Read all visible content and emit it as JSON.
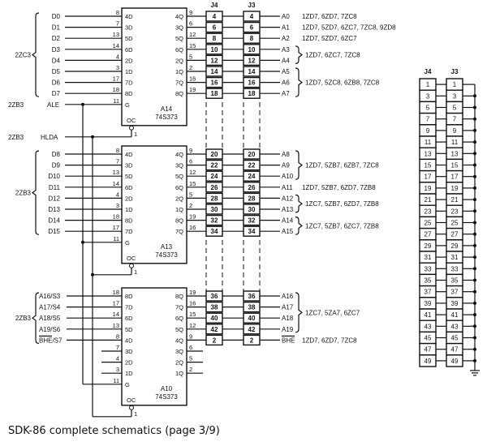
{
  "caption": "SDK-86 complete schematics (page 3/9)",
  "chips": [
    {
      "ref": "A14",
      "part": "74S373",
      "group_ref": "2ZC3",
      "inputs": [
        {
          "sig": "D0",
          "pin": "8",
          "d": "4D",
          "q": "4Q",
          "qpin": "9",
          "j": "4",
          "out": "A0"
        },
        {
          "sig": "D1",
          "pin": "7",
          "d": "3D",
          "q": "3Q",
          "qpin": "6",
          "j": "6",
          "out": "A1"
        },
        {
          "sig": "D2",
          "pin": "13",
          "d": "5D",
          "q": "5Q",
          "qpin": "12",
          "j": "8",
          "out": "A2"
        },
        {
          "sig": "D3",
          "pin": "14",
          "d": "6D",
          "q": "6Q",
          "qpin": "15",
          "j": "10",
          "out": "A3"
        },
        {
          "sig": "D4",
          "pin": "4",
          "d": "2D",
          "q": "2Q",
          "qpin": "5",
          "j": "12",
          "out": "A4"
        },
        {
          "sig": "D5",
          "pin": "3",
          "d": "1D",
          "q": "1Q",
          "qpin": "2",
          "j": "14",
          "out": "A5"
        },
        {
          "sig": "D6",
          "pin": "17",
          "d": "7D",
          "q": "7Q",
          "qpin": "16",
          "j": "16",
          "out": "A6"
        },
        {
          "sig": "D7",
          "pin": "18",
          "d": "8D",
          "q": "8Q",
          "qpin": "19",
          "j": "18",
          "out": "A7"
        }
      ],
      "g_pin": "11",
      "g_label": "G",
      "oc_label": "OC",
      "oc_pin": "1"
    },
    {
      "ref": "A13",
      "part": "74S373",
      "group_ref": "2ZB3",
      "inputs": [
        {
          "sig": "D8",
          "pin": "8",
          "d": "4D",
          "q": "4Q",
          "qpin": "9",
          "j": "20",
          "out": "A8"
        },
        {
          "sig": "D9",
          "pin": "7",
          "d": "3D",
          "q": "3Q",
          "qpin": "6",
          "j": "22",
          "out": "A9"
        },
        {
          "sig": "D10",
          "pin": "13",
          "d": "5D",
          "q": "5Q",
          "qpin": "12",
          "j": "24",
          "out": "A10"
        },
        {
          "sig": "D11",
          "pin": "14",
          "d": "6D",
          "q": "6Q",
          "qpin": "15",
          "j": "26",
          "out": "A11"
        },
        {
          "sig": "D12",
          "pin": "4",
          "d": "2D",
          "q": "2Q",
          "qpin": "5",
          "j": "28",
          "out": "A12"
        },
        {
          "sig": "D13",
          "pin": "3",
          "d": "1D",
          "q": "1Q",
          "qpin": "2",
          "j": "30",
          "out": "A13"
        },
        {
          "sig": "D14",
          "pin": "18",
          "d": "8D",
          "q": "8Q",
          "qpin": "19",
          "j": "32",
          "out": "A14"
        },
        {
          "sig": "D15",
          "pin": "17",
          "d": "7D",
          "q": "7Q",
          "qpin": "16",
          "j": "34",
          "out": "A15"
        }
      ],
      "g_pin": "11",
      "g_label": "G",
      "oc_label": "OC",
      "oc_pin": "1"
    },
    {
      "ref": "A10",
      "part": "74S373",
      "group_ref": "2ZB3",
      "inputs": [
        {
          "sig": "A16/S3",
          "pin": "18",
          "d": "8D",
          "q": "8Q",
          "qpin": "19",
          "j": "36",
          "out": "A16"
        },
        {
          "sig": "A17/S4",
          "pin": "17",
          "d": "7D",
          "q": "7Q",
          "qpin": "16",
          "j": "38",
          "out": "A17"
        },
        {
          "sig": "A18/S5",
          "pin": "14",
          "d": "6D",
          "q": "6Q",
          "qpin": "15",
          "j": "40",
          "out": "A18"
        },
        {
          "sig": "A19/S6",
          "pin": "13",
          "d": "5D",
          "q": "5Q",
          "qpin": "12",
          "j": "42",
          "out": "A19"
        },
        {
          "sig": "BHE/S7",
          "pin": "8",
          "d": "4D",
          "q": "4Q",
          "qpin": "9",
          "j": "2",
          "out": "BHE"
        },
        {
          "sig": "",
          "pin": "7",
          "d": "3D",
          "q": "3Q",
          "qpin": "6",
          "j": "",
          "out": ""
        },
        {
          "sig": "",
          "pin": "4",
          "d": "2D",
          "q": "2Q",
          "qpin": "5",
          "j": "",
          "out": ""
        },
        {
          "sig": "",
          "pin": "3",
          "d": "1D",
          "q": "1Q",
          "qpin": "2",
          "j": "",
          "out": ""
        }
      ],
      "g_pin": "11",
      "g_label": "G",
      "oc_label": "OC",
      "oc_pin": "1"
    }
  ],
  "control": {
    "ale": {
      "ref": "2ZB3",
      "label": "ALE"
    },
    "hlda": {
      "ref": "2ZB3",
      "label": "HLDA"
    }
  },
  "connector_headers": {
    "j4": "J4",
    "j3": "J3"
  },
  "references": [
    {
      "text": "1ZD7, 6ZD7, 7ZC8"
    },
    {
      "text": "1ZD7, 5ZD7, 6ZC7, 7ZC8, 9ZD8"
    },
    {
      "text": "1ZD7, 5ZD7, 6ZC7"
    },
    {
      "text": "1ZD7, 6ZC7, 7ZC8"
    },
    {
      "text": "1ZD7, 5ZC8, 6ZB8, 7ZC8"
    },
    {
      "text": "1ZD7, 5ZB7, 6ZB7, 7ZC8"
    },
    {
      "text": "1ZD7, 5ZB7, 6ZD7, 7ZB8"
    },
    {
      "text": "1ZC7, 5ZB7, 6ZD7, 7ZB8"
    },
    {
      "text": "1ZC7, 5ZB7, 6ZC7, 7ZB8"
    },
    {
      "text": "1ZC7, 5ZA7, 6ZC7"
    },
    {
      "text": "1ZD7, 6ZD7, 7ZC8"
    }
  ],
  "ground_pins": [
    "1",
    "3",
    "5",
    "7",
    "9",
    "11",
    "13",
    "15",
    "17",
    "19",
    "21",
    "23",
    "25",
    "27",
    "29",
    "31",
    "33",
    "35",
    "37",
    "39",
    "41",
    "43",
    "45",
    "47",
    "49"
  ]
}
